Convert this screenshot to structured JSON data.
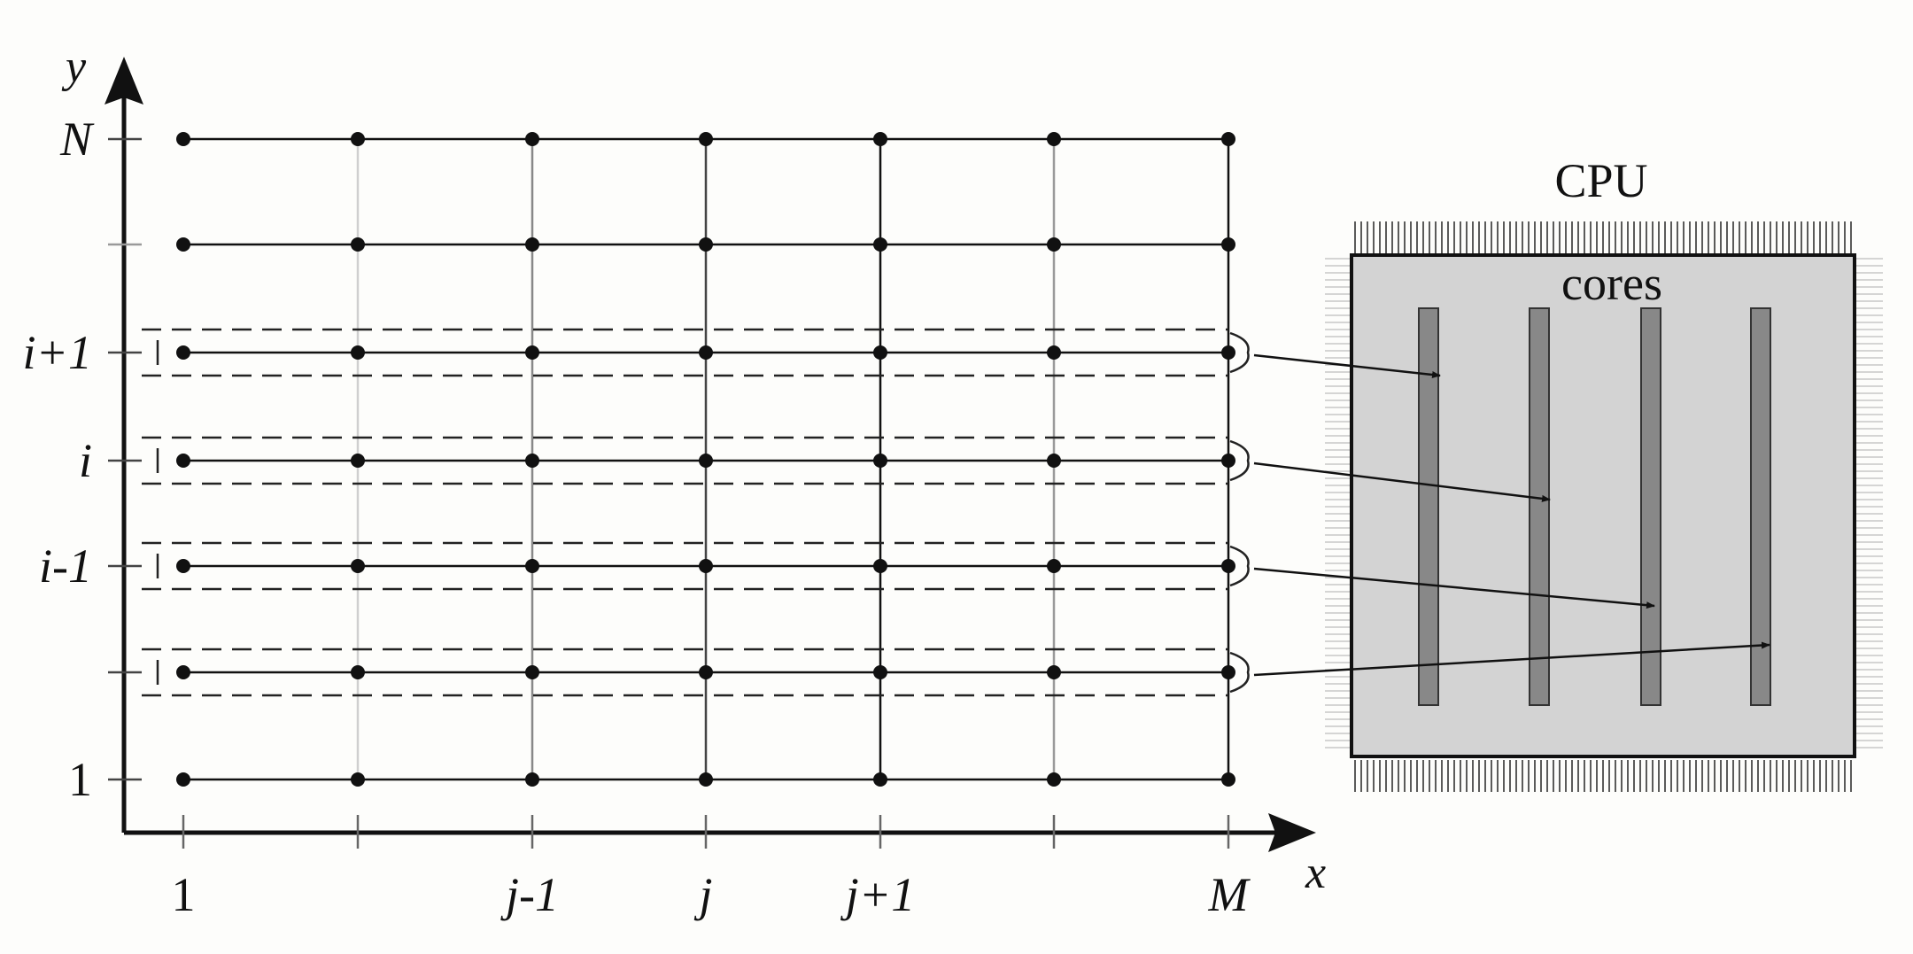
{
  "axes": {
    "x_label": "x",
    "y_label": "y"
  },
  "x_ticks": [
    "1",
    "",
    "j-1",
    "j",
    "j+1",
    "",
    "M"
  ],
  "y_ticks": [
    "1",
    "",
    "i-1",
    "i",
    "i+1",
    "",
    "N"
  ],
  "grid": {
    "columns": 7,
    "rows": 7
  },
  "cpu": {
    "title": "CPU",
    "cores_label": "cores",
    "core_count": 4
  },
  "mapping": [
    {
      "row": "i+1",
      "core": 1
    },
    {
      "row": "i",
      "core": 2
    },
    {
      "row": "i-1",
      "core": 3
    },
    {
      "row": "",
      "core": 4
    }
  ]
}
